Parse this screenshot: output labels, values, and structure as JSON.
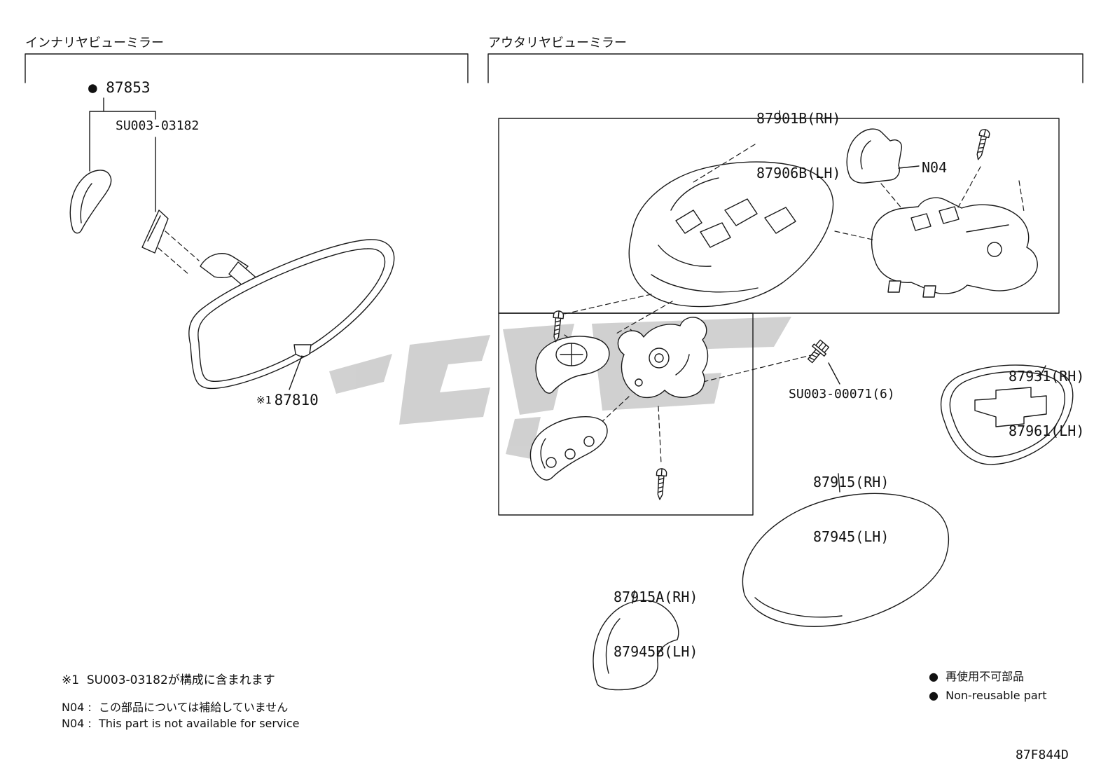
{
  "titles": {
    "inner": "インナリヤビューミラー",
    "outer": "アウタリヤビューミラー"
  },
  "parts": {
    "inner_mirror_cover": "● 87853",
    "inner_mirror_sub": "SU003-03182",
    "inner_mirror_ref": "※1",
    "inner_mirror": "87810",
    "outer_assy_rh": "87901B(RH)",
    "outer_assy_lh": "87906B(LH)",
    "retainer": "N04",
    "glass_rh": "87931(RH)",
    "glass_lh": "87961(LH)",
    "screw": "SU003-00071(6)",
    "cover_rh": "87915(RH)",
    "cover_lh": "87945(LH)",
    "lower_cover_rh": "87915A(RH)",
    "lower_cover_lh": "87945B(LH)"
  },
  "notes": {
    "ref1": "※1  SU003-03182が構成に含まれます",
    "n04_jp": "N04 :  この部品については補給していません",
    "n04_en": "N04 :  This part is not available for service"
  },
  "legend": {
    "jp": "●  再使用不可部品",
    "en": "●  Non-reusable part"
  },
  "doc": {
    "code": "87F844D"
  },
  "colors": {
    "line": "#1a1a1a",
    "watermark": "#c5c5c5"
  }
}
